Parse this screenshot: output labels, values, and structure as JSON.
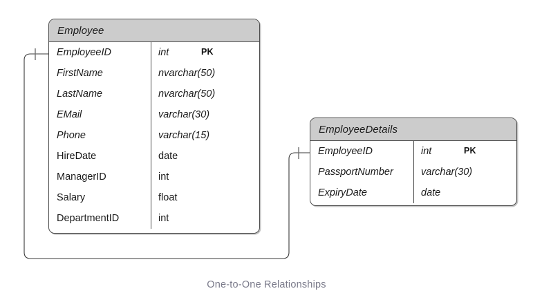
{
  "diagram": {
    "caption": "One-to-One Relationships",
    "relationship_type": "one-to-one",
    "colors": {
      "header_fill": "#cccccc",
      "border": "#4d4d4d",
      "body_fill": "#ffffff",
      "text": "#1a1a1a",
      "caption_text": "#7a7a8a",
      "connector": "#3a3a3a"
    }
  },
  "entities": [
    {
      "name": "Employee",
      "key_label": "PK",
      "fields": [
        {
          "name": "EmployeeID",
          "type": "int",
          "italic": true,
          "key": "PK"
        },
        {
          "name": "FirstName",
          "type": "nvarchar(50)",
          "italic": true,
          "key": ""
        },
        {
          "name": "LastName",
          "type": "nvarchar(50)",
          "italic": true,
          "key": ""
        },
        {
          "name": "EMail",
          "type": "varchar(30)",
          "italic": true,
          "key": ""
        },
        {
          "name": "Phone",
          "type": "varchar(15)",
          "italic": true,
          "key": ""
        },
        {
          "name": "HireDate",
          "type": "date",
          "italic": false,
          "key": ""
        },
        {
          "name": "ManagerID",
          "type": "int",
          "italic": false,
          "key": ""
        },
        {
          "name": "Salary",
          "type": "float",
          "italic": false,
          "key": ""
        },
        {
          "name": "DepartmentID",
          "type": "int",
          "italic": false,
          "key": ""
        }
      ]
    },
    {
      "name": "EmployeeDetails",
      "key_label": "PK",
      "fields": [
        {
          "name": "EmployeeID",
          "type": "int",
          "italic": true,
          "key": "PK"
        },
        {
          "name": "PassportNumber",
          "type": "varchar(30)",
          "italic": true,
          "key": ""
        },
        {
          "name": "ExpiryDate",
          "type": "date",
          "italic": true,
          "key": ""
        }
      ]
    }
  ]
}
